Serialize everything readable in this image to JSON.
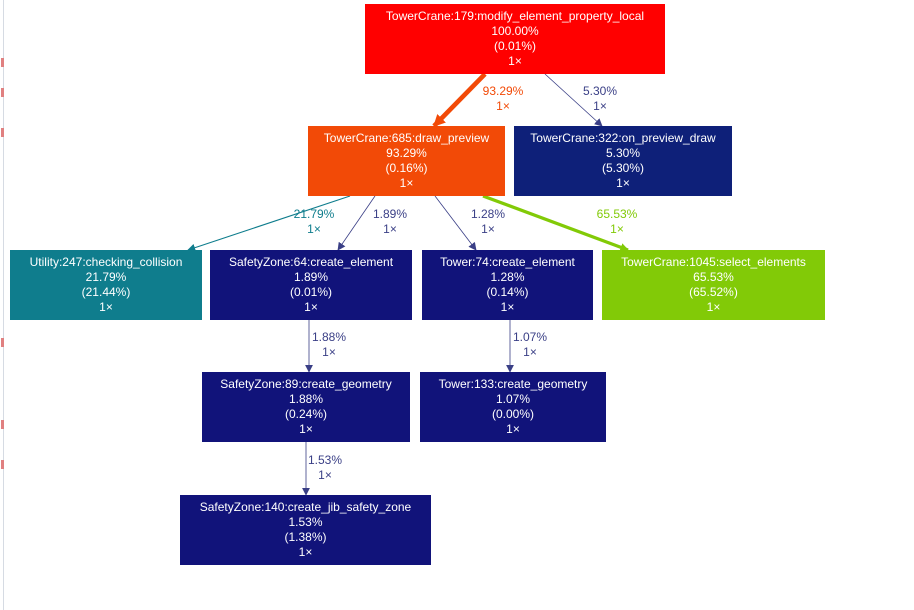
{
  "graph": {
    "nodes": [
      {
        "id": "n179",
        "name": "TowerCrane:179:modify_element_property_local",
        "total": "100.00%",
        "self": "(0.01%)",
        "calls": "1×",
        "color": "#ff0000"
      },
      {
        "id": "n685",
        "name": "TowerCrane:685:draw_preview",
        "total": "93.29%",
        "self": "(0.16%)",
        "calls": "1×",
        "color": "#f24a07"
      },
      {
        "id": "n322",
        "name": "TowerCrane:322:on_preview_draw",
        "total": "5.30%",
        "self": "(5.30%)",
        "calls": "1×",
        "color": "#0e2079"
      },
      {
        "id": "n247",
        "name": "Utility:247:checking_collision",
        "total": "21.79%",
        "self": "(21.44%)",
        "calls": "1×",
        "color": "#0f7d8d"
      },
      {
        "id": "n64",
        "name": "SafetyZone:64:create_element",
        "total": "1.89%",
        "self": "(0.01%)",
        "calls": "1×",
        "color": "#11137a"
      },
      {
        "id": "n74",
        "name": "Tower:74:create_element",
        "total": "1.28%",
        "self": "(0.14%)",
        "calls": "1×",
        "color": "#11137a"
      },
      {
        "id": "n1045",
        "name": "TowerCrane:1045:select_elements",
        "total": "65.53%",
        "self": "(65.52%)",
        "calls": "1×",
        "color": "#82ca07"
      },
      {
        "id": "n89",
        "name": "SafetyZone:89:create_geometry",
        "total": "1.88%",
        "self": "(0.24%)",
        "calls": "1×",
        "color": "#11137a"
      },
      {
        "id": "n133",
        "name": "Tower:133:create_geometry",
        "total": "1.07%",
        "self": "(0.00%)",
        "calls": "1×",
        "color": "#11137a"
      },
      {
        "id": "n140",
        "name": "SafetyZone:140:create_jib_safety_zone",
        "total": "1.53%",
        "self": "(1.38%)",
        "calls": "1×",
        "color": "#11137a"
      }
    ],
    "edges": [
      {
        "from": "n179",
        "to": "n685",
        "pct": "93.29%",
        "calls": "1×",
        "color": "#f24a07",
        "weight": 0.9329
      },
      {
        "from": "n179",
        "to": "n322",
        "pct": "5.30%",
        "calls": "1×",
        "color": "#3a3f86",
        "weight": 0.053
      },
      {
        "from": "n685",
        "to": "n247",
        "pct": "21.79%",
        "calls": "1×",
        "color": "#0f7d8d",
        "weight": 0.2179
      },
      {
        "from": "n685",
        "to": "n64",
        "pct": "1.89%",
        "calls": "1×",
        "color": "#3a3f86",
        "weight": 0.0189
      },
      {
        "from": "n685",
        "to": "n74",
        "pct": "1.28%",
        "calls": "1×",
        "color": "#3a3f86",
        "weight": 0.0128
      },
      {
        "from": "n685",
        "to": "n1045",
        "pct": "65.53%",
        "calls": "1×",
        "color": "#82ca07",
        "weight": 0.6553
      },
      {
        "from": "n64",
        "to": "n89",
        "pct": "1.88%",
        "calls": "1×",
        "color": "#3a3f86",
        "weight": 0.0188
      },
      {
        "from": "n74",
        "to": "n133",
        "pct": "1.07%",
        "calls": "1×",
        "color": "#3a3f86",
        "weight": 0.0107
      },
      {
        "from": "n89",
        "to": "n140",
        "pct": "1.53%",
        "calls": "1×",
        "color": "#3a3f86",
        "weight": 0.0153
      }
    ]
  }
}
